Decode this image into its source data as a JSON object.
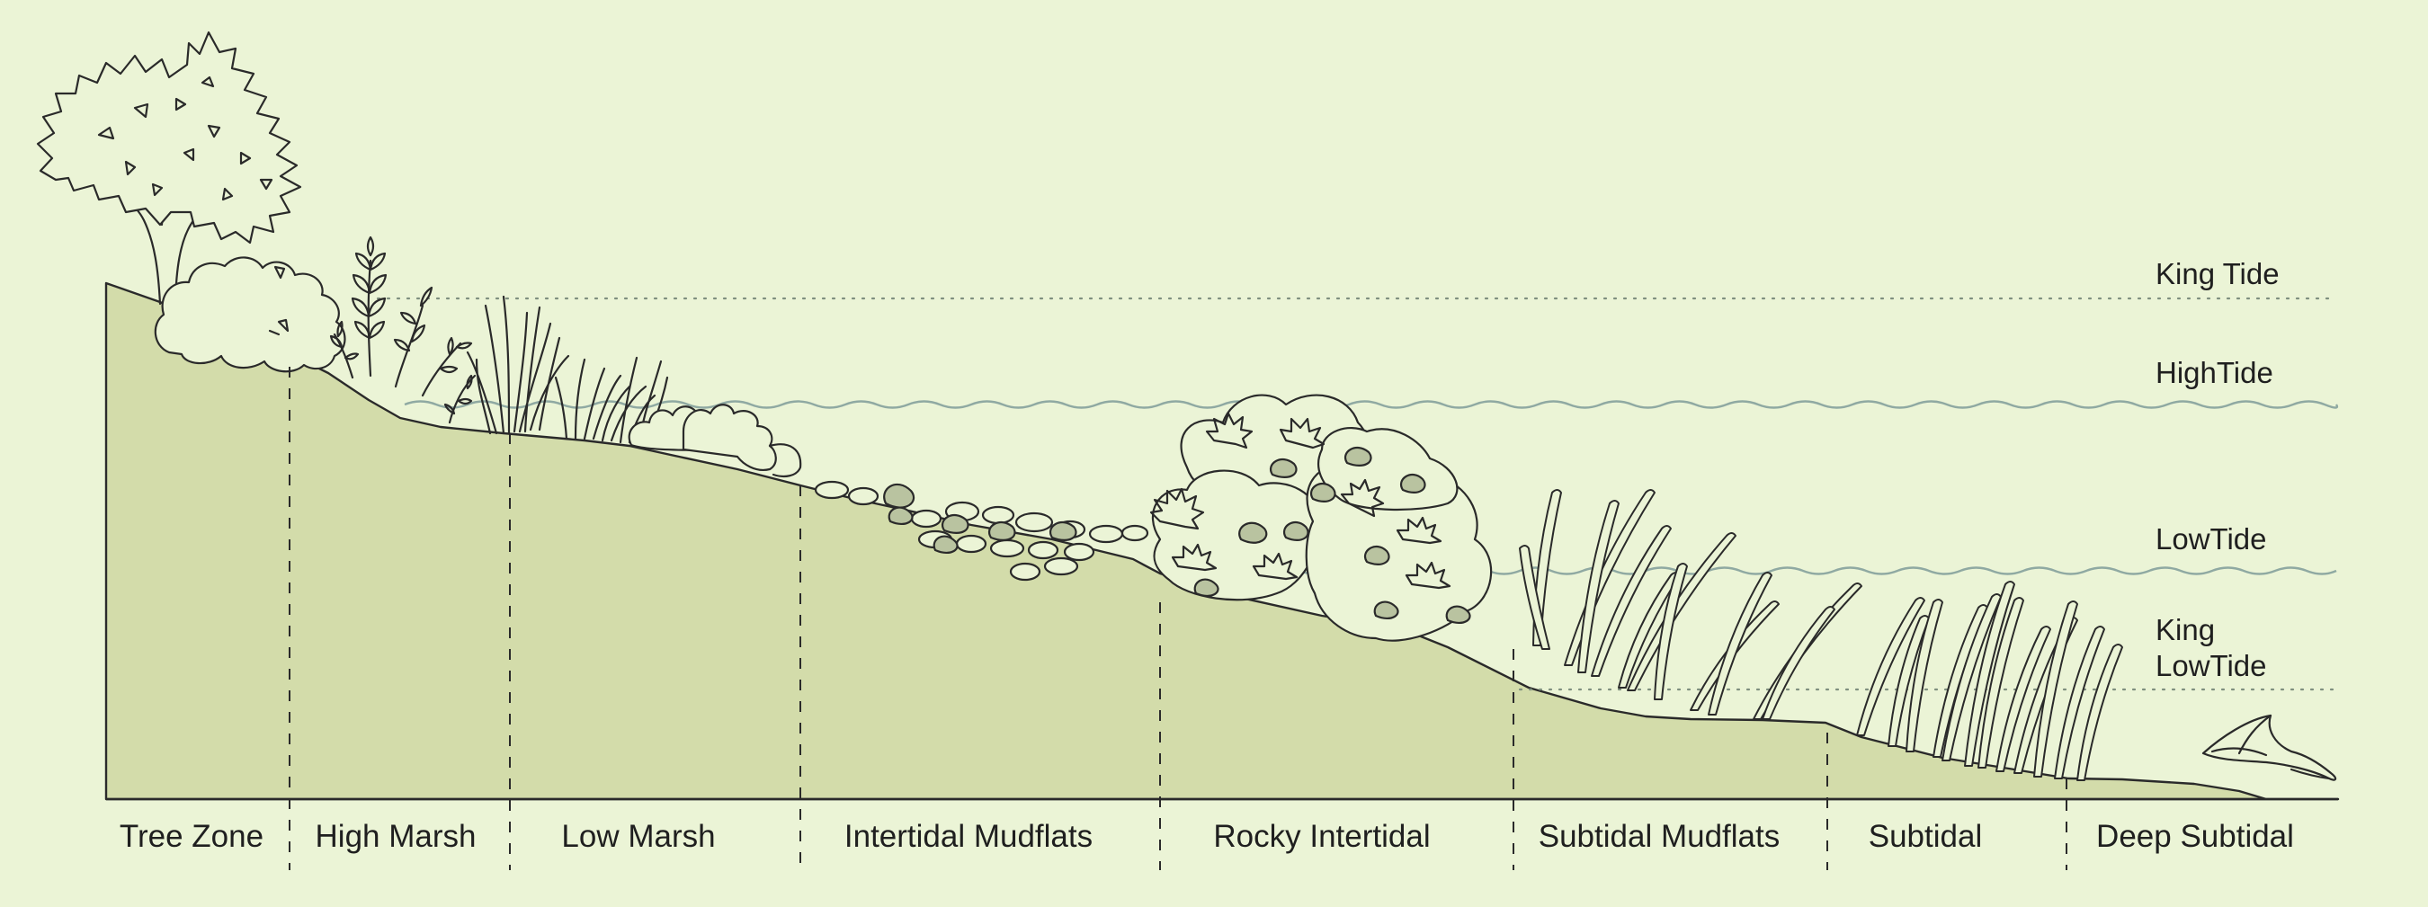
{
  "tide_levels": [
    {
      "key": "king_tide",
      "lines": [
        "King Tide"
      ],
      "line_style": "dotted"
    },
    {
      "key": "high_tide",
      "lines": [
        "HighTide"
      ],
      "line_style": "wavy"
    },
    {
      "key": "low_tide",
      "lines": [
        "LowTide"
      ],
      "line_style": "wavy"
    },
    {
      "key": "king_low_tide",
      "lines": [
        "King",
        "LowTide"
      ],
      "line_style": "dotted"
    }
  ],
  "zones": [
    "Tree Zone",
    "High Marsh",
    "Low Marsh",
    "Intertidal Mudflats",
    "Rocky Intertidal",
    "Subtidal Mudflats",
    "Subtidal",
    "Deep Subtidal"
  ],
  "colors": {
    "background": "#ebf4d6",
    "ground": "#d3dcaa",
    "ink": "#2a2a2a",
    "water_line": "#8fa9a2",
    "dotted_line": "#7f8f7f",
    "shellfish": "#b9c3a0"
  }
}
